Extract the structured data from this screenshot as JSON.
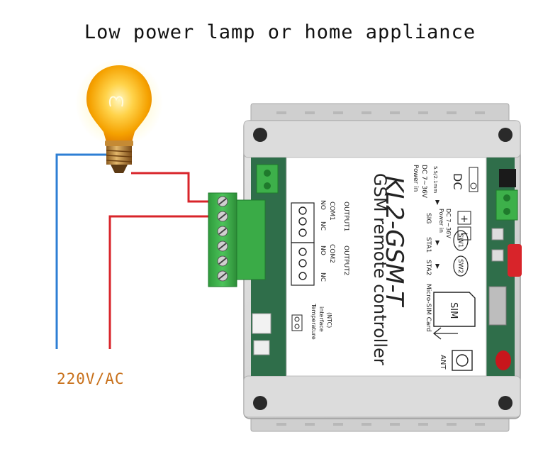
{
  "title": "Low power lamp or home appliance",
  "power_label": "220V/AC",
  "device": {
    "model": "KL2-GSM-T",
    "subtitle": "GSM remote controller",
    "power_in": "Power in",
    "power_range": "DC 7~36V",
    "jack_size": "5.5/2.1mm",
    "dc": "DC",
    "sig": "SIG",
    "sta1": "STA1",
    "sta2": "STA2",
    "sw1": "SW1",
    "sw2": "SW2",
    "sim": "SIM",
    "micro_sim": "Micro-SIM Card",
    "ant": "ANT",
    "no1": "NO",
    "nc1": "NC",
    "com1": "COM1",
    "output1": "OUTPUT1",
    "no2": "NO",
    "nc2": "NC",
    "com2": "COM2",
    "output2": "OUTPUT2",
    "temp1": "Temperature",
    "temp2": "interface",
    "temp3": "(NTC)"
  },
  "colors": {
    "live_wire": "#d8242a",
    "neutral_wire": "#2e7fd4",
    "terminal_green": "#3db04a",
    "housing": "#d6d6d6",
    "label_color": "#c8701a"
  }
}
